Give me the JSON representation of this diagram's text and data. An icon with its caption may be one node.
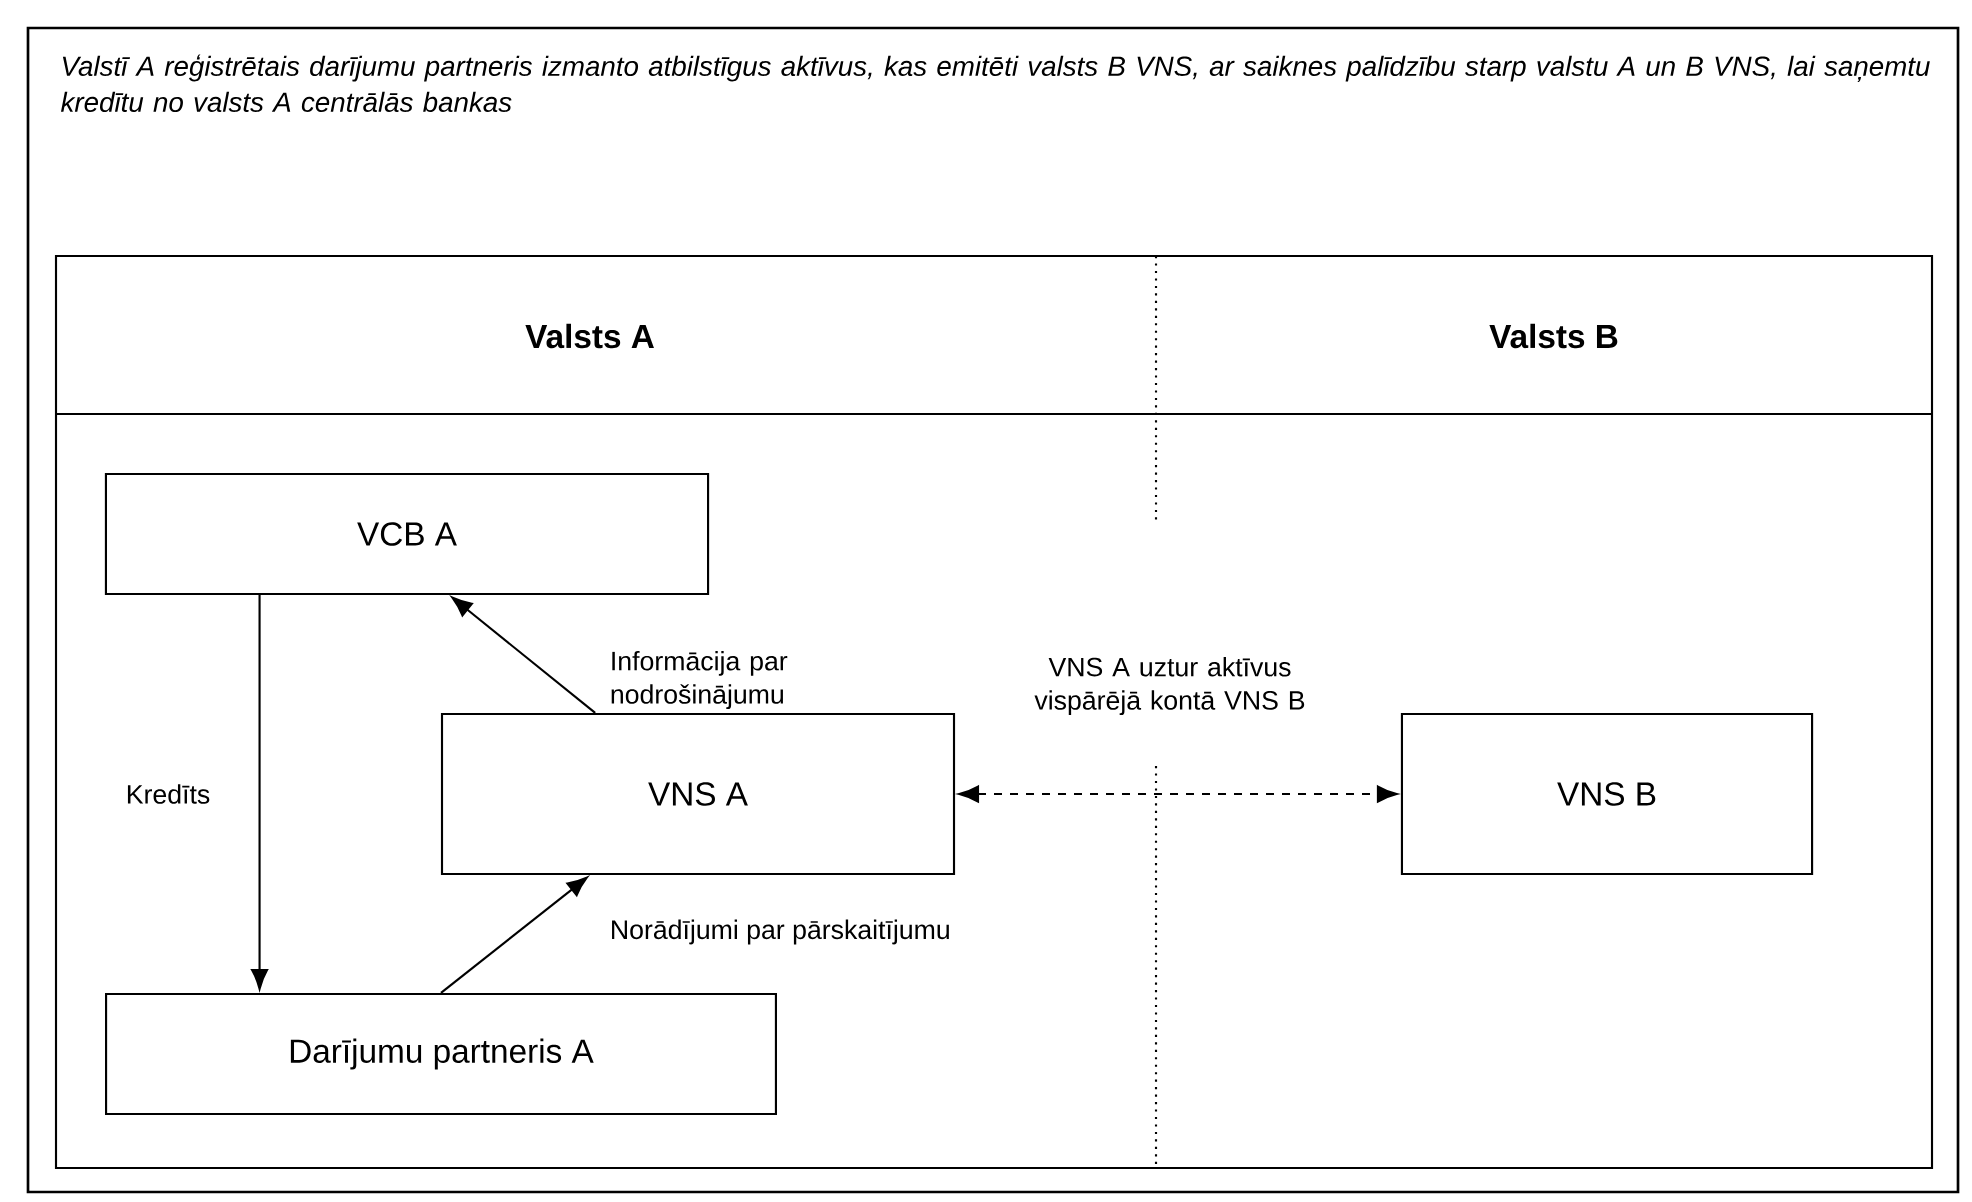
{
  "diagram": {
    "title": "Valstī A reģistrētais darījumu partneris izmanto atbilstīgus aktīvus, kas emitēti valsts B VNS, ar saiknes palīdzību starp valstu A un B VNS, lai saņemtu kredītu no valsts A centrālās bankas",
    "nodes": [
      {
        "text": [
          "VCB A"
        ]
      },
      {
        "text": [
          "VNS A"
        ]
      },
      {
        "text": [
          "VNS B"
        ]
      },
      {
        "text": [
          "Darījumu partneris A"
        ]
      }
    ],
    "edges": [
      {
        "from": 0,
        "to": 3,
        "arrow": "to",
        "label": "Kredīts"
      },
      {
        "from": 1,
        "to": 0,
        "arrow": "to",
        "label": "Informācija par nodrošinājumu"
      },
      {
        "from": 3,
        "to": 1,
        "arrow": "to",
        "label": "Norādījumi par pārskaitījumu"
      },
      {
        "from": 1,
        "to": 2,
        "arrow": "both",
        "style": "dashed",
        "label": "VNS A uztur aktīvus vispārējā kontā VNS B"
      }
    ],
    "labels": [
      "Valsts A",
      "Valsts B"
    ]
  }
}
